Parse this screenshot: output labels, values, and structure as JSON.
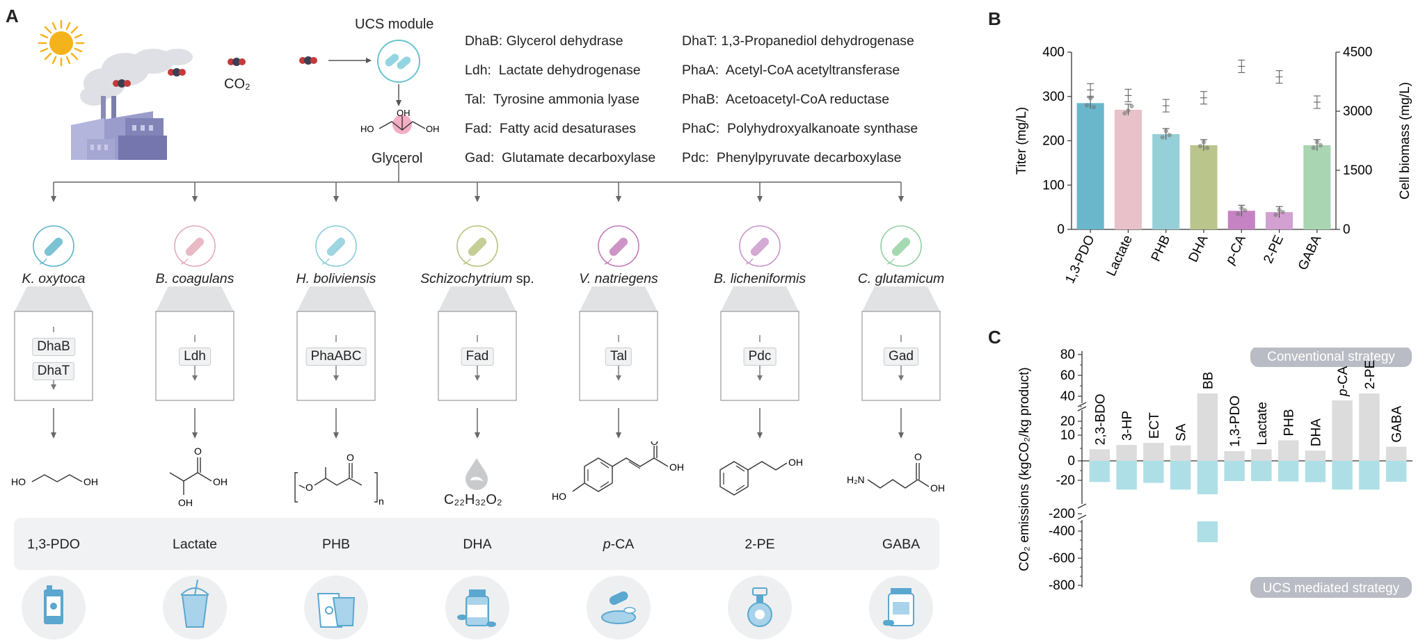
{
  "panels": {
    "a": "A",
    "b": "B",
    "c": "C"
  },
  "panel_a": {
    "ucs_module": "UCS module",
    "co2": "CO₂",
    "glycerol": "Glycerol",
    "legend": [
      "DhaB: Glycerol dehydrase",
      "Ldh:  Lactate dehydrogenase",
      "Tal:  Tyrosine ammonia lyase",
      "Fad:  Fatty acid desaturases",
      "Gad:  Glutamate decarboxylase",
      "DhaT: 1,3-Propanediol dehydrogenase",
      "PhaA:  Acetyl-CoA acetyltransferase",
      "PhaB:  Acetoacetyl-CoA reductase",
      "PhaC:  Polyhydroxyalkanoate synthase",
      "Pdc:  Phenylpyruvate decarboxylase"
    ],
    "strains": [
      {
        "name": "K. oxytoca",
        "suffix": "",
        "color": "#5ab3c9",
        "enzymes": [
          "DhaB",
          "DhaT"
        ],
        "product": "1,3-PDO",
        "product_italic_prefix": ""
      },
      {
        "name": "B. coagulans",
        "suffix": "",
        "color": "#e3a9b8",
        "enzymes": [
          "Ldh"
        ],
        "product": "Lactate",
        "product_italic_prefix": ""
      },
      {
        "name": "H. boliviensis",
        "suffix": "",
        "color": "#86cbd9",
        "enzymes": [
          "PhaABC"
        ],
        "product": "PHB",
        "product_italic_prefix": ""
      },
      {
        "name": "Schizochytrium",
        "suffix": " sp.",
        "color": "#b5c27a",
        "enzymes": [
          "Fad"
        ],
        "product": "DHA",
        "product_italic_prefix": ""
      },
      {
        "name": "V. natriegens",
        "suffix": "",
        "color": "#c17ab8",
        "enzymes": [
          "Tal"
        ],
        "product": "-CA",
        "product_italic_prefix": "p"
      },
      {
        "name": "B. licheniformis",
        "suffix": "",
        "color": "#c993c9",
        "enzymes": [
          "Pdc"
        ],
        "product": "2-PE",
        "product_italic_prefix": ""
      },
      {
        "name": "C. glutamicum",
        "suffix": "",
        "color": "#8fcf9f",
        "enzymes": [
          "Gad"
        ],
        "product": "GABA",
        "product_italic_prefix": ""
      }
    ],
    "chem_labels": {
      "pdo_ho": "HO",
      "pdo_oh": "OH",
      "lac_o": "O",
      "lac_oh": "OH",
      "lac_oh2": "OH",
      "phb_o": "O",
      "phb_o2": "O",
      "phb_n": "n",
      "dha_formula": "C₂₂H₃₂O₂",
      "pca_o": "O",
      "pca_oh": "OH",
      "pca_ho": "HO",
      "pe_oh": "OH",
      "gaba_h2n": "H₂N",
      "gaba_o": "O",
      "gaba_oh": "OH",
      "gly_ho": "HO",
      "gly_oh": "OH",
      "gly_oh2": "OH"
    },
    "icons": [
      "bottle-icon",
      "cup-icon",
      "bag-icon",
      "pill-bottle-icon",
      "capsule-icon",
      "perfume-icon",
      "supplement-jar-icon"
    ]
  },
  "chart_data": [
    {
      "type": "bar",
      "panel": "B",
      "categories": [
        "1,3-PDO",
        "Lactate",
        "PHB",
        "DHA",
        "p-CA",
        "2-PE",
        "GABA"
      ],
      "category_display": [
        {
          "italic": "",
          "rest": "1,3-PDO"
        },
        {
          "italic": "",
          "rest": "Lactate"
        },
        {
          "italic": "",
          "rest": "PHB"
        },
        {
          "italic": "",
          "rest": "DHA"
        },
        {
          "italic": "p",
          "rest": "-CA"
        },
        {
          "italic": "",
          "rest": "2-PE"
        },
        {
          "italic": "",
          "rest": "GABA"
        }
      ],
      "series": [
        {
          "name": "Titer",
          "axis": "left",
          "values": [
            285,
            270,
            215,
            190,
            42,
            39,
            190
          ],
          "points": [
            [
              280,
              296,
              276
            ],
            [
              262,
              268,
              278
            ],
            [
              208,
              222,
              213
            ],
            [
              188,
              197,
              184
            ],
            [
              35,
              48,
              43
            ],
            [
              33,
              44,
              39
            ],
            [
              184,
              197,
              190
            ]
          ]
        },
        {
          "name": "Cell biomass",
          "axis": "right",
          "values": [
            3540,
            3400,
            3140,
            3340,
            4140,
            3870,
            3230
          ]
        }
      ],
      "colors": [
        "#6ab7cc",
        "#e9c1c9",
        "#95cfd7",
        "#b9c58a",
        "#c683c4",
        "#d3a0d2",
        "#a9d5b2"
      ],
      "ylabel_left": "Titer (mg/L)",
      "ylim_left": [
        0,
        400
      ],
      "yticks_left": [
        "0",
        "100",
        "200",
        "300",
        "400"
      ],
      "ylabel_right": "Cell biomass (mg/L)",
      "ylim_right": [
        0,
        4500
      ],
      "yticks_right": [
        "0",
        "1500",
        "3000",
        "4500"
      ]
    },
    {
      "type": "bar",
      "panel": "C",
      "categories": [
        "2,3-BDO",
        "3-HP",
        "ECT",
        "SA",
        "BB",
        "1,3-PDO",
        "Lactate",
        "PHB",
        "DHA",
        "p-CA",
        "2-PE",
        "GABA"
      ],
      "category_display": [
        {
          "italic": "",
          "rest": "2,3-BDO"
        },
        {
          "italic": "",
          "rest": "3-HP"
        },
        {
          "italic": "",
          "rest": "ECT"
        },
        {
          "italic": "",
          "rest": "SA"
        },
        {
          "italic": "",
          "rest": "BB"
        },
        {
          "italic": "",
          "rest": "1,3-PDO"
        },
        {
          "italic": "",
          "rest": "Lactate"
        },
        {
          "italic": "",
          "rest": "PHB"
        },
        {
          "italic": "",
          "rest": "DHA"
        },
        {
          "italic": "p",
          "rest": "-CA"
        },
        {
          "italic": "",
          "rest": "2-PE"
        },
        {
          "italic": "",
          "rest": "GABA"
        }
      ],
      "series": [
        {
          "name": "Conventional strategy",
          "values": [
            4.5,
            6.2,
            7,
            6,
            40,
            3.8,
            4.5,
            8,
            4,
            35,
            40,
            5.5
          ],
          "color": "#dcdcdc"
        },
        {
          "name": "UCS mediated strategy",
          "values": [
            -42,
            -140,
            -53,
            -140,
            -400,
            -29,
            -30,
            -35,
            -43,
            -140,
            -140,
            -38
          ],
          "color": "#aedfe6"
        }
      ],
      "ylabel": "CO₂ emissions (kgCO₂/kg product)",
      "yticks": [
        "80",
        "60",
        "40",
        "20",
        "10",
        "0",
        "-20",
        "-200",
        "-400",
        "-600",
        "-800"
      ],
      "legend_top": "Conventional strategy",
      "legend_bottom": "UCS mediated strategy"
    }
  ]
}
